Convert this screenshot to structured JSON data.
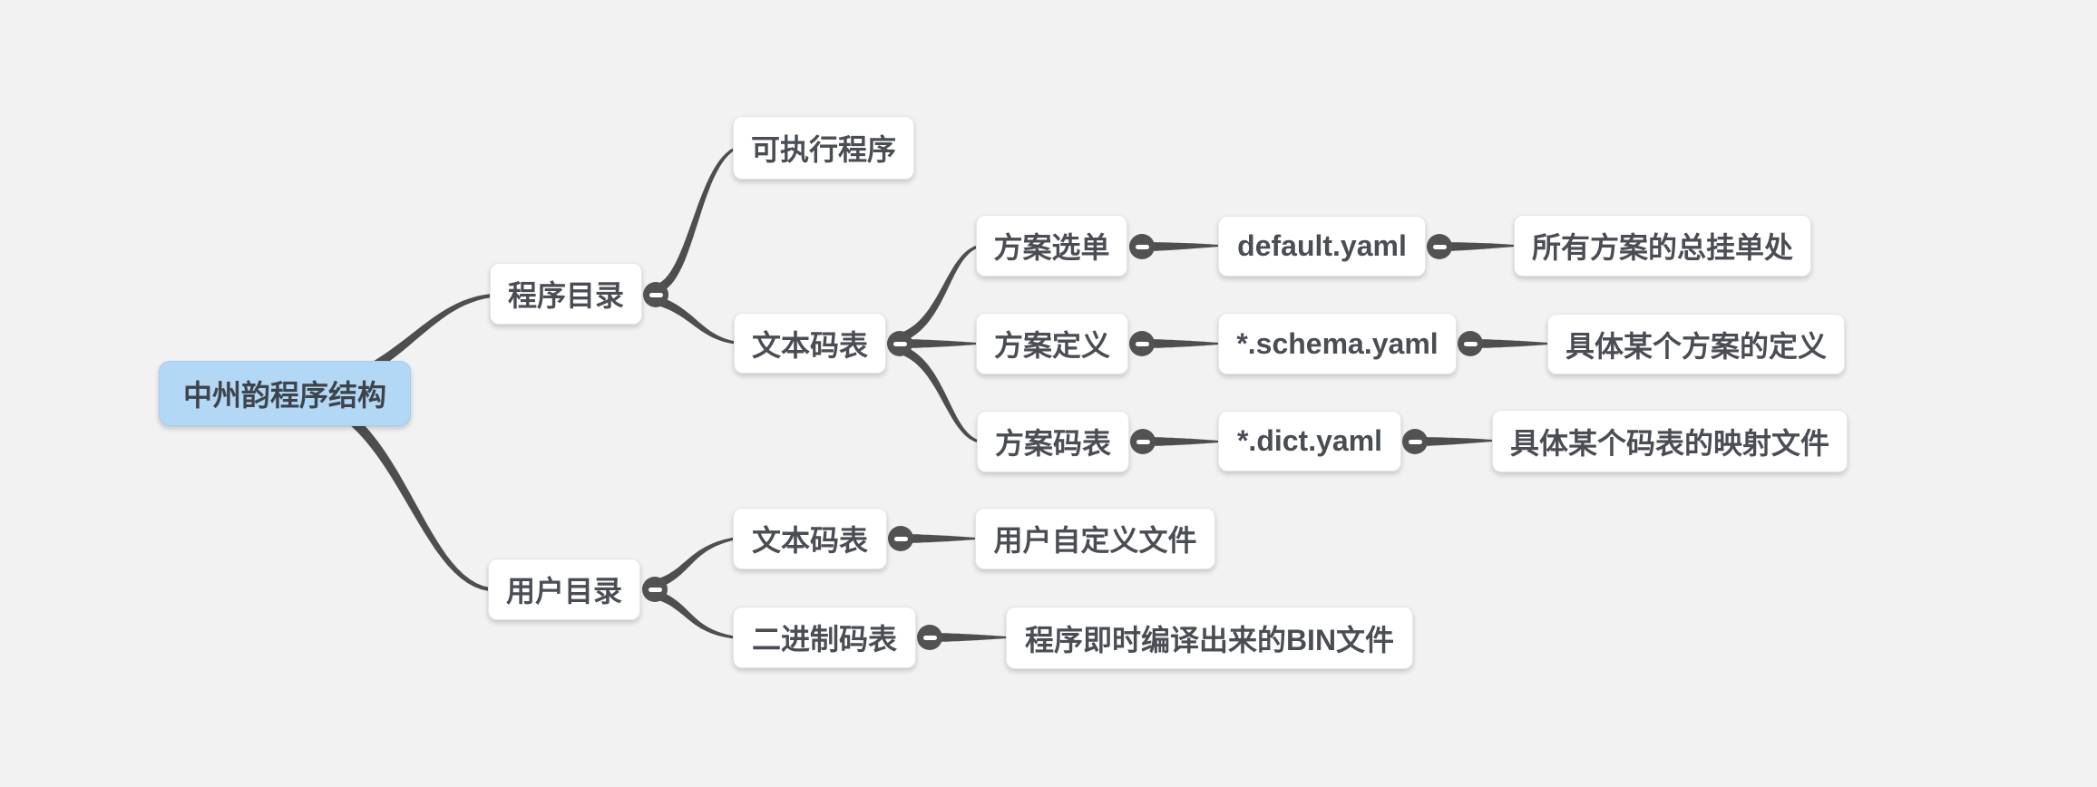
{
  "app": {
    "type": "mindmap-canvas",
    "colors": {
      "background": "#f2f2f3",
      "root_node_fill": "#b3d8f6",
      "node_fill": "#ffffff",
      "node_text": "#4a4e54",
      "connector": "#4e4e4e",
      "collapse_badge": "#525252"
    }
  },
  "mindmap": {
    "root": {
      "label": "中州韵程序结构",
      "children": [
        {
          "label": "程序目录",
          "children": [
            {
              "label": "可执行程序",
              "children": []
            },
            {
              "label": "文本码表",
              "children": [
                {
                  "label": "方案选单",
                  "children": [
                    {
                      "label": "default.yaml",
                      "children": [
                        {
                          "label": "所有方案的总挂单处",
                          "children": []
                        }
                      ]
                    }
                  ]
                },
                {
                  "label": "方案定义",
                  "children": [
                    {
                      "label": "*.schema.yaml",
                      "children": [
                        {
                          "label": "具体某个方案的定义",
                          "children": []
                        }
                      ]
                    }
                  ]
                },
                {
                  "label": "方案码表",
                  "children": [
                    {
                      "label": "*.dict.yaml",
                      "children": [
                        {
                          "label": "具体某个码表的映射文件",
                          "children": []
                        }
                      ]
                    }
                  ]
                }
              ]
            }
          ]
        },
        {
          "label": "用户目录",
          "children": [
            {
              "label": "文本码表",
              "children": [
                {
                  "label": "用户自定义文件",
                  "children": []
                }
              ]
            },
            {
              "label": "二进制码表",
              "children": [
                {
                  "label": "程序即时编译出来的BIN文件",
                  "children": []
                }
              ]
            }
          ]
        }
      ]
    }
  }
}
